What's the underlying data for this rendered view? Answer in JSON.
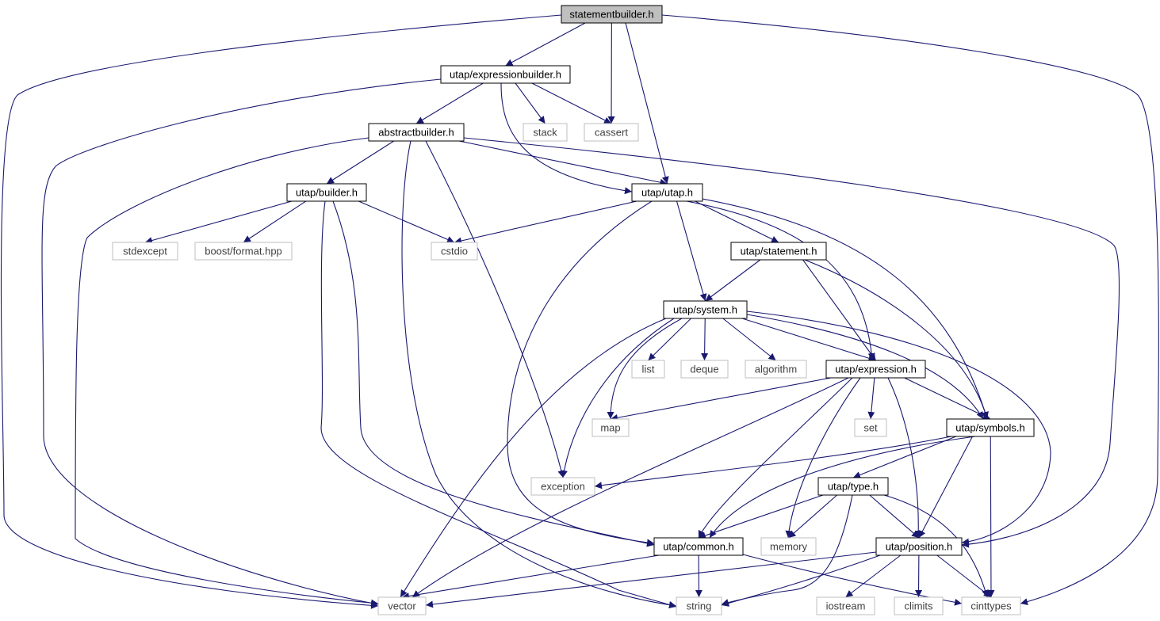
{
  "colors": {
    "edge": "#191970",
    "root_fill": "#bfbfbf",
    "internal_border": "#000000",
    "external_border": "#bfbfbf",
    "internal_text": "#000000",
    "external_text": "#404040"
  },
  "nodes": {
    "statementbuilder": "statementbuilder.h",
    "expressionbuilder": "utap/expressionbuilder.h",
    "abstractbuilder": "abstractbuilder.h",
    "stack": "stack",
    "cassert": "cassert",
    "builder": "utap/builder.h",
    "utap_utap": "utap/utap.h",
    "stdexcept": "stdexcept",
    "boost_format": "boost/format.hpp",
    "cstdio": "cstdio",
    "statement": "utap/statement.h",
    "system": "utap/system.h",
    "list": "list",
    "deque": "deque",
    "algorithm": "algorithm",
    "expression": "utap/expression.h",
    "map": "map",
    "set": "set",
    "symbols": "utap/symbols.h",
    "exception": "exception",
    "type": "utap/type.h",
    "common": "utap/common.h",
    "memory": "memory",
    "position": "utap/position.h",
    "vector": "vector",
    "string": "string",
    "iostream": "iostream",
    "climits": "climits",
    "cinttypes": "cinttypes"
  },
  "edges": [
    [
      "statementbuilder",
      "vector"
    ],
    [
      "statementbuilder",
      "expressionbuilder"
    ],
    [
      "statementbuilder",
      "cassert"
    ],
    [
      "statementbuilder",
      "utap_utap"
    ],
    [
      "statementbuilder",
      "cinttypes"
    ],
    [
      "expressionbuilder",
      "vector"
    ],
    [
      "expressionbuilder",
      "abstractbuilder"
    ],
    [
      "expressionbuilder",
      "utap_utap"
    ],
    [
      "expressionbuilder",
      "stack"
    ],
    [
      "expressionbuilder",
      "cassert"
    ],
    [
      "abstractbuilder",
      "vector"
    ],
    [
      "abstractbuilder",
      "builder"
    ],
    [
      "abstractbuilder",
      "string"
    ],
    [
      "abstractbuilder",
      "exception"
    ],
    [
      "abstractbuilder",
      "utap_utap"
    ],
    [
      "abstractbuilder",
      "position"
    ],
    [
      "builder",
      "stdexcept"
    ],
    [
      "builder",
      "boost_format"
    ],
    [
      "builder",
      "cstdio"
    ],
    [
      "builder",
      "string"
    ],
    [
      "builder",
      "common"
    ],
    [
      "utap_utap",
      "cstdio"
    ],
    [
      "utap_utap",
      "statement"
    ],
    [
      "utap_utap",
      "system"
    ],
    [
      "utap_utap",
      "expression"
    ],
    [
      "utap_utap",
      "symbols"
    ],
    [
      "utap_utap",
      "common"
    ],
    [
      "statement",
      "system"
    ],
    [
      "statement",
      "expression"
    ],
    [
      "statement",
      "symbols"
    ],
    [
      "system",
      "list"
    ],
    [
      "system",
      "deque"
    ],
    [
      "system",
      "algorithm"
    ],
    [
      "system",
      "expression"
    ],
    [
      "system",
      "map"
    ],
    [
      "system",
      "exception"
    ],
    [
      "system",
      "vector"
    ],
    [
      "system",
      "symbols"
    ],
    [
      "system",
      "position"
    ],
    [
      "expression",
      "map"
    ],
    [
      "expression",
      "set"
    ],
    [
      "expression",
      "symbols"
    ],
    [
      "expression",
      "vector"
    ],
    [
      "expression",
      "common"
    ],
    [
      "expression",
      "memory"
    ],
    [
      "expression",
      "position"
    ],
    [
      "symbols",
      "exception"
    ],
    [
      "symbols",
      "type"
    ],
    [
      "symbols",
      "common"
    ],
    [
      "symbols",
      "position"
    ],
    [
      "symbols",
      "cinttypes"
    ],
    [
      "type",
      "common"
    ],
    [
      "type",
      "memory"
    ],
    [
      "type",
      "position"
    ],
    [
      "type",
      "string"
    ],
    [
      "type",
      "cinttypes"
    ],
    [
      "common",
      "vector"
    ],
    [
      "common",
      "string"
    ],
    [
      "common",
      "cinttypes"
    ],
    [
      "position",
      "vector"
    ],
    [
      "position",
      "string"
    ],
    [
      "position",
      "iostream"
    ],
    [
      "position",
      "climits"
    ],
    [
      "position",
      "cinttypes"
    ]
  ]
}
